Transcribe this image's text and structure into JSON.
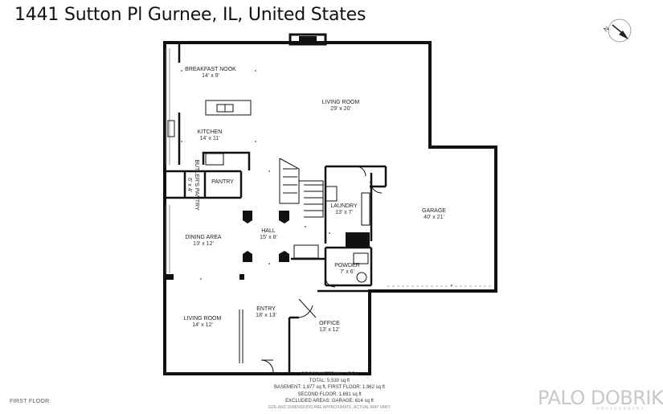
{
  "title": "1441 Sutton Pl Gurnee, IL, United States",
  "compass": {
    "label": "N",
    "icon": "compass-icon"
  },
  "rooms": {
    "breakfast_nook": {
      "name": "BREAKFAST NOOK",
      "dim": "14' x 9'"
    },
    "living_room_top": {
      "name": "LIVING ROOM",
      "dim": "29' x 20'"
    },
    "kitchen": {
      "name": "KITCHEN",
      "dim": "14' x 11'"
    },
    "butlers_pantry": {
      "name": "BUTLER'S PANTRY",
      "dim": "6' x 4'"
    },
    "pantry": {
      "name": "PANTRY"
    },
    "laundry": {
      "name": "LAUNDRY",
      "dim": "13' x 7'"
    },
    "garage": {
      "name": "GARAGE",
      "dim": "40' x 21'"
    },
    "hall": {
      "name": "HALL",
      "dim": "15' x 8'"
    },
    "dining_area": {
      "name": "DINING AREA",
      "dim": "13' x 12'"
    },
    "powder": {
      "name": "POWDER",
      "dim": "7' x 6'"
    },
    "entry": {
      "name": "ENTRY",
      "dim": "18' x 13'"
    },
    "living_room_bottom": {
      "name": "LIVING ROOM",
      "dim": "14' x 12'"
    },
    "office": {
      "name": "OFFICE",
      "dim": "13' x 12'"
    }
  },
  "floor_label": "FIRST FLOOR",
  "areas": {
    "heading": "GROSS INTERNAL AREA",
    "total": "TOTAL: 5,530 sq ft",
    "basement": "BASEMENT: 1,877 sq ft, FIRST FLOOR: 1,962 sq ft",
    "second": "SECOND FLOOR: 1,691 sq ft",
    "excluded": "EXCLUDED AREAS: GARAGE: 614 sq ft",
    "disclaimer": "SIZE AND DIMENSIONS ARE APPROXIMATE, ACTUAL MAY VARY."
  },
  "brand": {
    "name": "PALO DOBRIK",
    "sub": "PHOTOGRAPHY"
  }
}
